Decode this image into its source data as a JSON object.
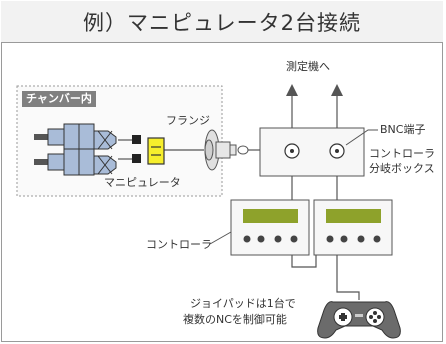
{
  "title": "例）マニピュレータ2台接続",
  "labels": {
    "chamber": "チャンバー内",
    "flange": "フランジ",
    "manipulator": "マニピュレータ",
    "instrument": "測定機へ",
    "bnc": "BNC端子",
    "branch_box_line1": "コントローラ",
    "branch_box_line2": "分岐ボックス",
    "controller": "コントローラ",
    "joypad_line1": "ジョイパッドは1台で",
    "joypad_line2": "複数のNCを制御可能"
  },
  "colors": {
    "manipulator_body": "#a9bcd8",
    "connector_yellow": "#f6ee2c",
    "lcd_green": "#8ea22b",
    "line": "#555555"
  }
}
